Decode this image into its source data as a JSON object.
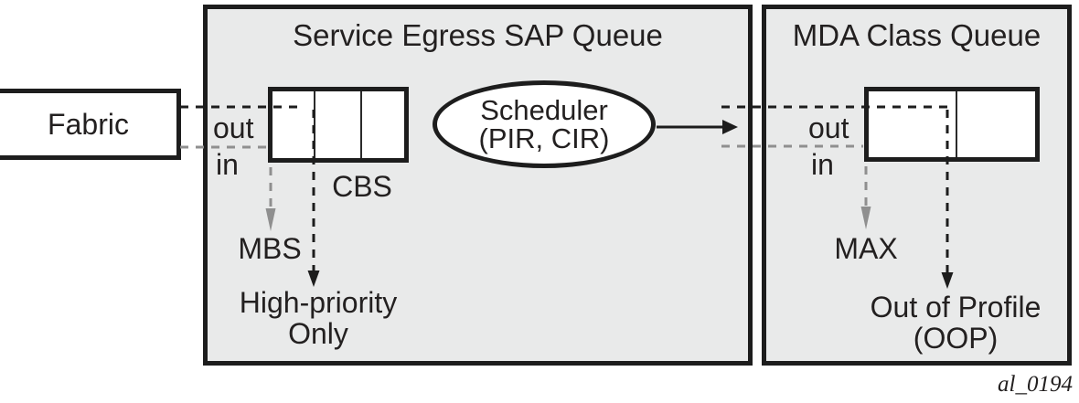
{
  "colors": {
    "border": "#1d1d1d",
    "box_fill": "#e9eaea",
    "gray_dash": "#8f8f8f",
    "text": "#232020"
  },
  "fabric": {
    "label": "Fabric"
  },
  "sap_queue": {
    "title": "Service Egress SAP Queue",
    "out_label": "out",
    "in_label": "in",
    "cbs_label": "CBS",
    "mbs_label": "MBS",
    "high_priority_line1": "High-priority",
    "high_priority_line2": "Only"
  },
  "scheduler": {
    "line1": "Scheduler",
    "line2": "(PIR, CIR)"
  },
  "mda_queue": {
    "title": "MDA Class Queue",
    "out_label": "out",
    "in_label": "in",
    "max_label": "MAX",
    "oop_line1": "Out of Profile",
    "oop_line2": "(OOP)"
  },
  "figure_id": "al_0194"
}
